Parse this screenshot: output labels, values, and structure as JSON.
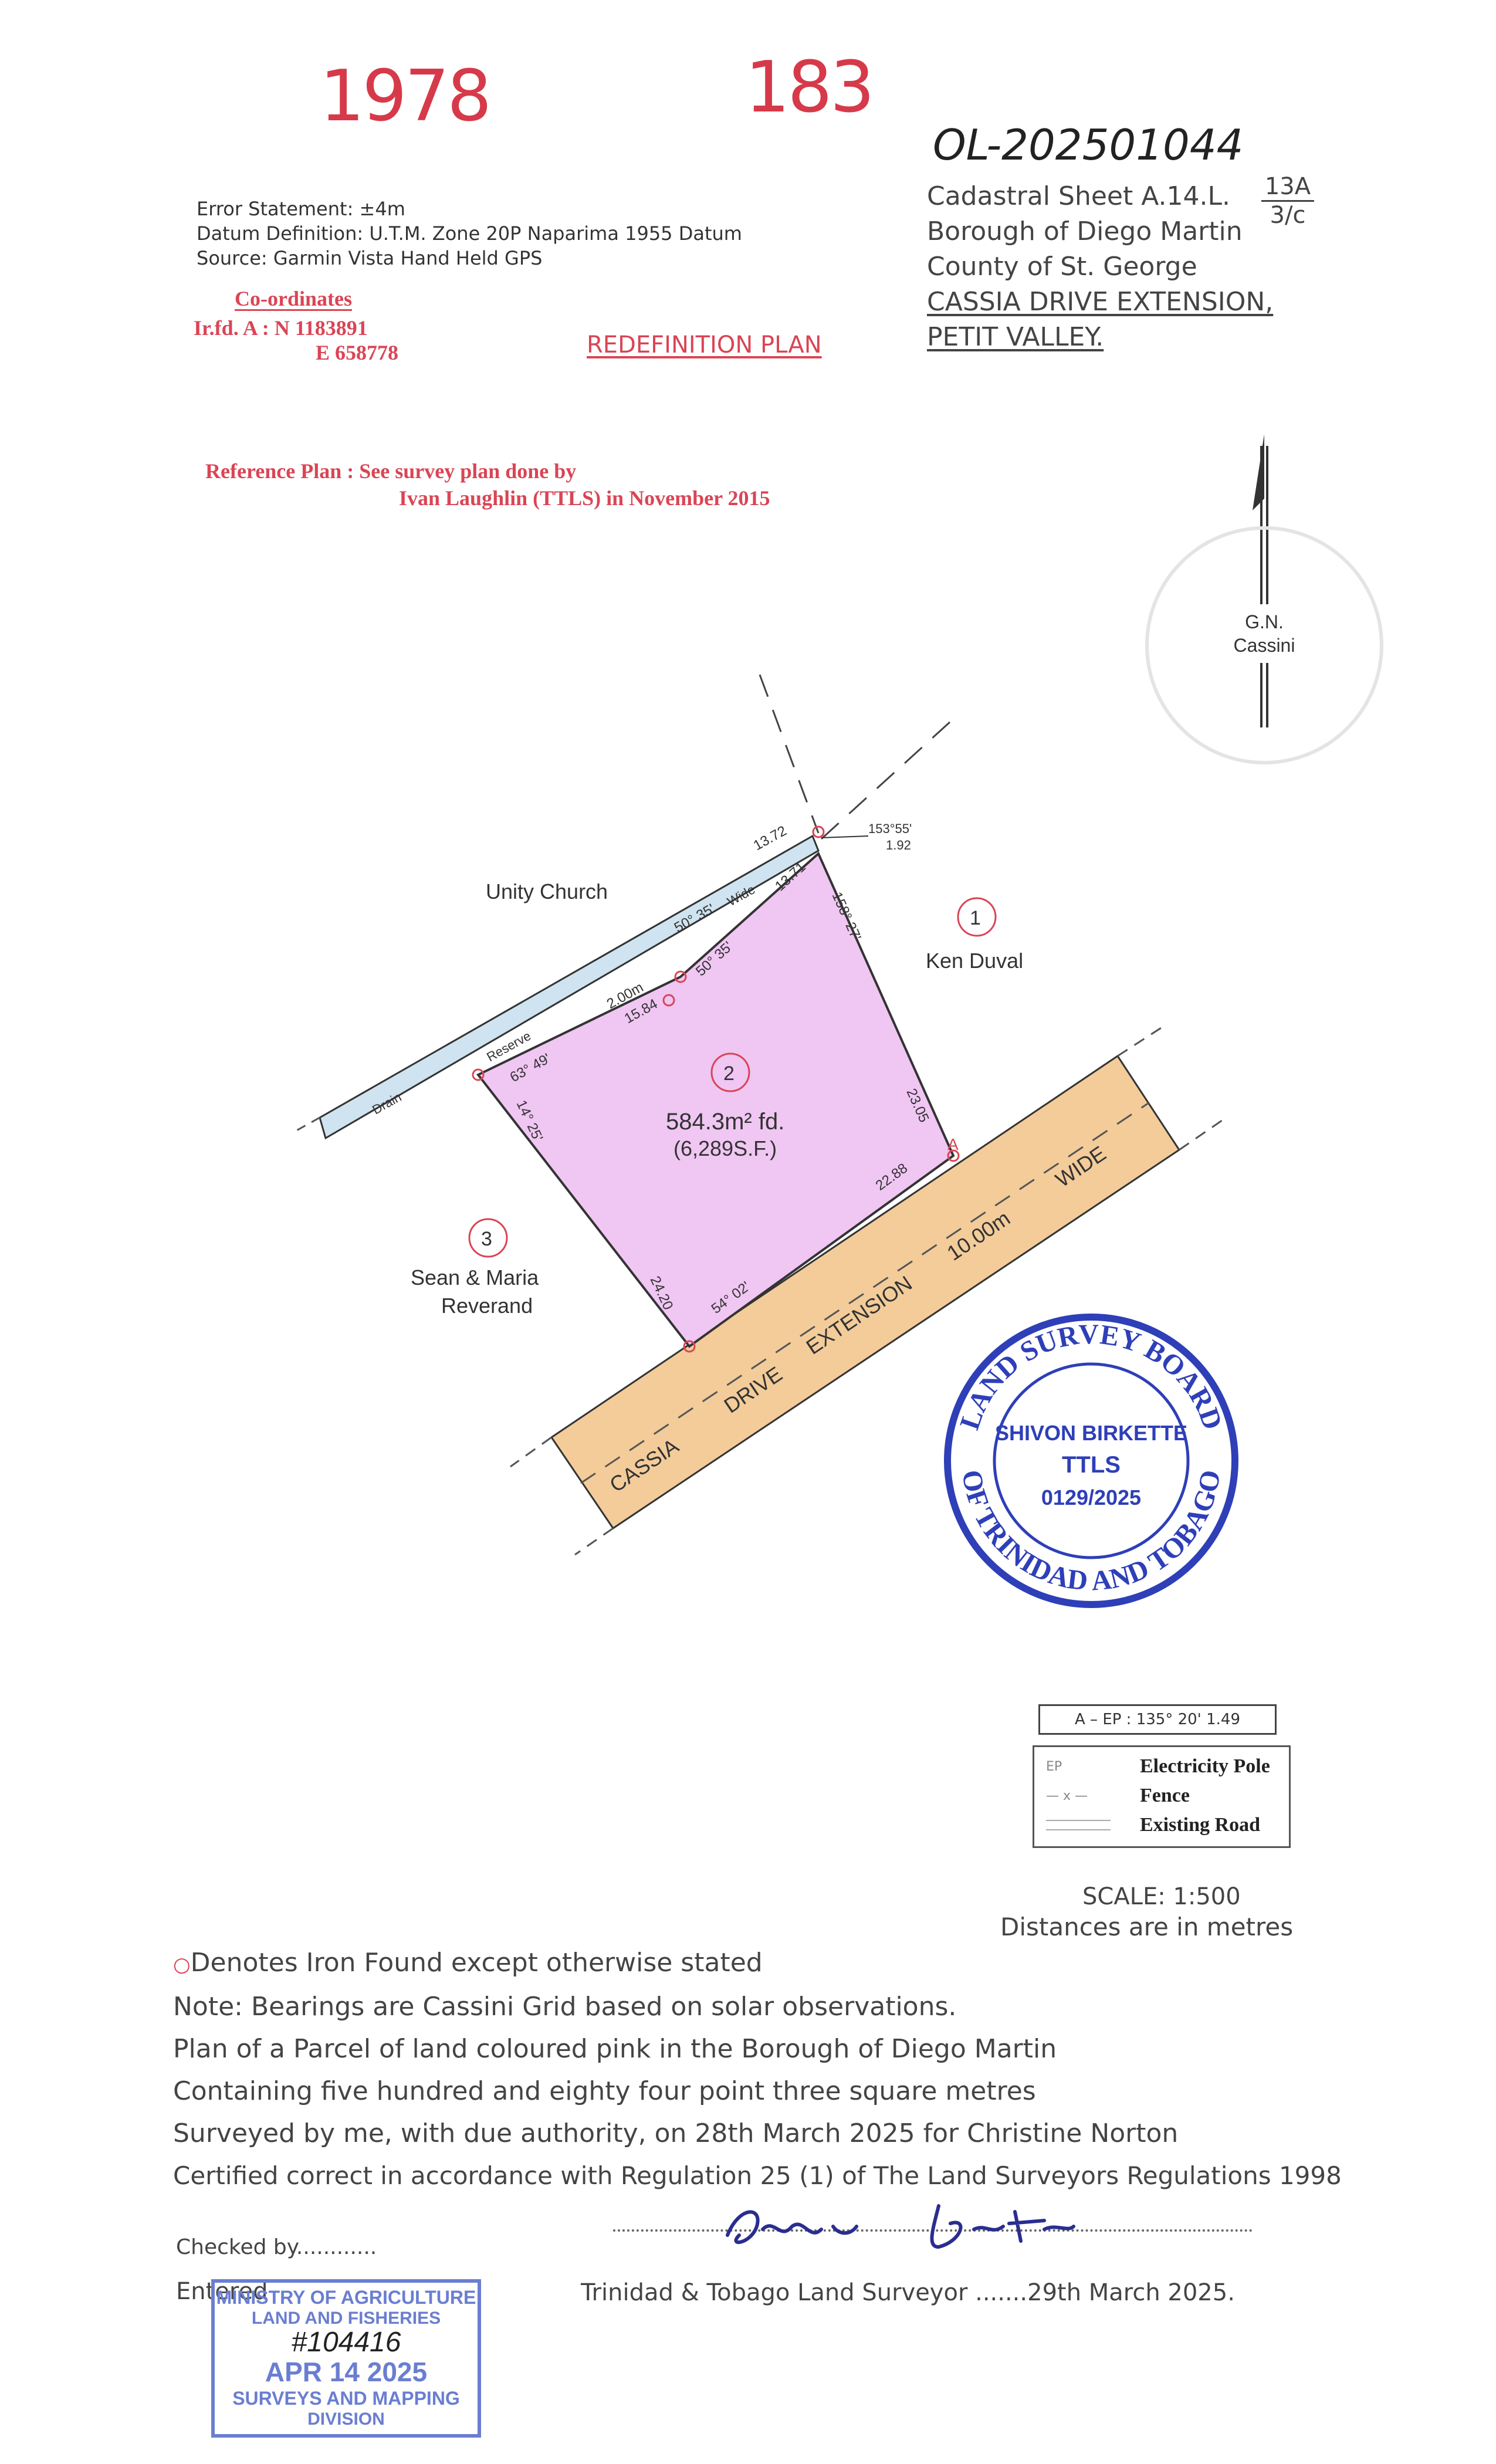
{
  "header": {
    "num_left": "1978",
    "num_right": "183",
    "ref_number": "OL-202501044"
  },
  "error_block": {
    "error_statement": "Error Statement: ±4m",
    "datum": "Datum Definition: U.T.M. Zone 20P Naparima 1955 Datum",
    "source": "Source: Garmin Vista Hand Held GPS"
  },
  "coordinates": {
    "title": "Co-ordinates",
    "line1": "Ir.fd. A : N  1183891",
    "line2": "E  658778"
  },
  "plan_type": "REDEFINITION PLAN",
  "sheet": {
    "line1": "Cadastral Sheet A.14.L.",
    "fraction_top": "13A",
    "fraction_bottom": "3/c",
    "line2": "Borough of Diego Martin",
    "line3": "County of St. George",
    "line4": "CASSIA DRIVE EXTENSION,",
    "line5": "PETIT VALLEY."
  },
  "reference_plan": {
    "line1": "Reference Plan : See survey plan done by",
    "line2": "Ivan Laughlin (TTLS) in November 2015"
  },
  "north": {
    "line1": "G.N.",
    "line2": "Cassini"
  },
  "plan_labels": {
    "unity_church": "Unity Church",
    "ken_duval": "Ken Duval",
    "lot1": "1",
    "lot2": "2",
    "lot3": "3",
    "sean_maria_1": "Sean & Maria",
    "sean_maria_2": "Reverand",
    "area": "584.3m² fd.",
    "area_sf": "(6,289S.F.)",
    "drain": "Drain",
    "reserve": "Reserve",
    "wide": "Wide",
    "two_m": "2.00m",
    "d1372": "13.72",
    "d1371": "13.71",
    "d1584": "15.84",
    "b50_35_top": "50°  35'",
    "b50_35_bottom": "50°  35'",
    "b63_49": "63°  49'",
    "b158_27": "158°  27'",
    "b153_55": "153°55'",
    "d192": "1.92",
    "b14_25": "14°  25'",
    "d2420": "24.20",
    "b54_02": "54°  02'",
    "d2288": "22.88",
    "d2305": "23.05",
    "point_a": "A",
    "road_cassia": "CASSIA",
    "road_drive": "DRIVE",
    "road_extension": "EXTENSION",
    "road_width": "10.00m",
    "road_wide": "WIDE"
  },
  "seal": {
    "top_text": "LAND SURVEY BOARD",
    "bottom_text": "OF TRINIDAD AND TOBAGO",
    "name": "SHIVON BIRKETTE",
    "title": "TTLS",
    "number": "0129/2025"
  },
  "bearing_box": "A  –  EP  :  135°  20'  1.49",
  "legend": {
    "items": [
      {
        "symbol": "EP",
        "label": "Electricity Pole"
      },
      {
        "symbol": "— x —",
        "label": "Fence"
      },
      {
        "symbol": "",
        "label": "Existing Road"
      }
    ]
  },
  "scale": {
    "line1": "SCALE:  1:500",
    "line2": "Distances are in metres"
  },
  "notes": {
    "line1": "Denotes Iron Found except otherwise stated",
    "line2": "Note: Bearings are Cassini Grid based on solar observations.",
    "line3": "Plan of a Parcel of land coloured pink in the Borough of Diego Martin",
    "line4": "Containing five hundred and eighty four point three square metres",
    "line5": "Surveyed by me, with due authority, on 28th March 2025 for Christine Norton",
    "line6": "Certified correct in accordance with Regulation 25 (1) of The Land Surveyors Regulations 1998"
  },
  "signature": {
    "checked_by": "Checked by............",
    "entered": "Entered",
    "surveyor_line": "Trinidad & Tobago Land Surveyor .......29th March 2025."
  },
  "ministry_stamp": {
    "line1": "MINISTRY OF AGRICULTURE",
    "line2": "LAND AND FISHERIES",
    "hand_number": "#104416",
    "date": "APR 14 2025",
    "line3": "SURVEYS AND MAPPING",
    "line4": "DIVISION"
  },
  "colors": {
    "parcel_fill": "#f0c6f3",
    "road_fill": "#f3cc9a",
    "drain_fill": "#cfe3f0",
    "stamp_blue": "#2e3fb8",
    "header_red": "#d63a4a"
  }
}
